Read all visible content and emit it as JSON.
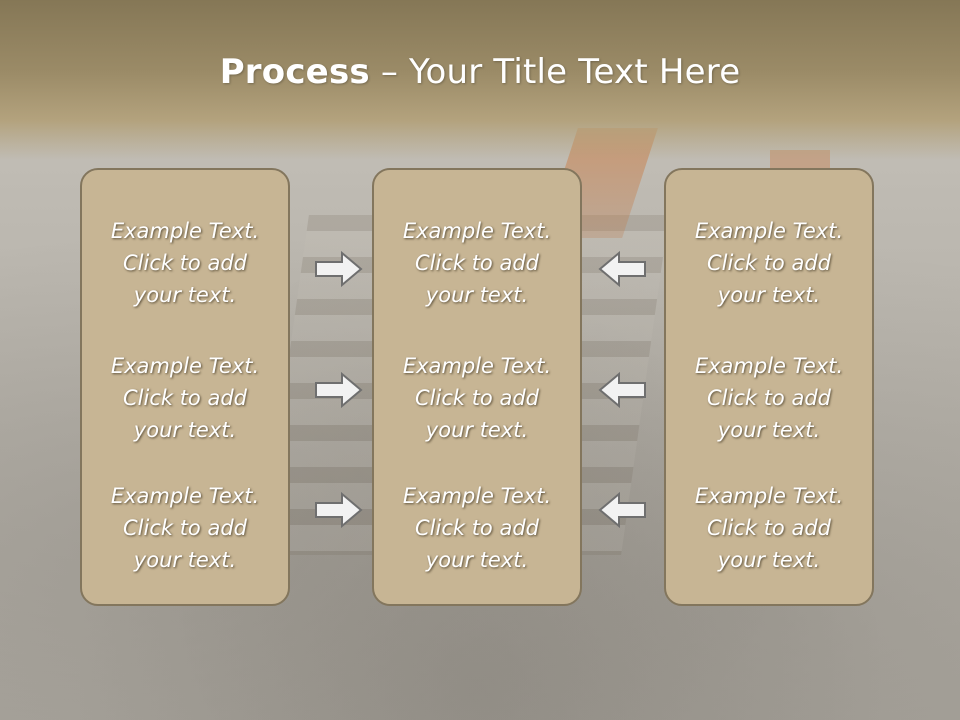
{
  "slide": {
    "title_bold": "Process",
    "title_rest": " – Your Title Text Here"
  },
  "panels": [
    {
      "items": [
        {
          "line1": "Example Text.",
          "line2": "Click  to add",
          "line3": "your text."
        },
        {
          "line1": "Example Text.",
          "line2": "Click  to add",
          "line3": "your text."
        },
        {
          "line1": "Example Text.",
          "line2": "Click  to add",
          "line3": "your text."
        }
      ]
    },
    {
      "items": [
        {
          "line1": "Example Text.",
          "line2": "Click  to add",
          "line3": "your text."
        },
        {
          "line1": "Example Text.",
          "line2": "Click  to add",
          "line3": "your text."
        },
        {
          "line1": "Example Text.",
          "line2": "Click  to add",
          "line3": "your text."
        }
      ]
    },
    {
      "items": [
        {
          "line1": "Example Text.",
          "line2": "Click  to add",
          "line3": "your text."
        },
        {
          "line1": "Example Text.",
          "line2": "Click  to add",
          "line3": "your text."
        },
        {
          "line1": "Example Text.",
          "line2": "Click  to add",
          "line3": "your text."
        }
      ]
    }
  ],
  "arrows": {
    "left_column": [
      "arrow-right-icon",
      "arrow-right-icon",
      "arrow-right-icon"
    ],
    "right_column": [
      "arrow-left-icon",
      "arrow-left-icon",
      "arrow-left-icon"
    ]
  },
  "colors": {
    "panel_fill": "#c7b594",
    "panel_border": "#83765d",
    "title_band": "#8f805f",
    "arrow_fill": "#f2f2f2",
    "arrow_stroke": "#6f6f6f"
  }
}
